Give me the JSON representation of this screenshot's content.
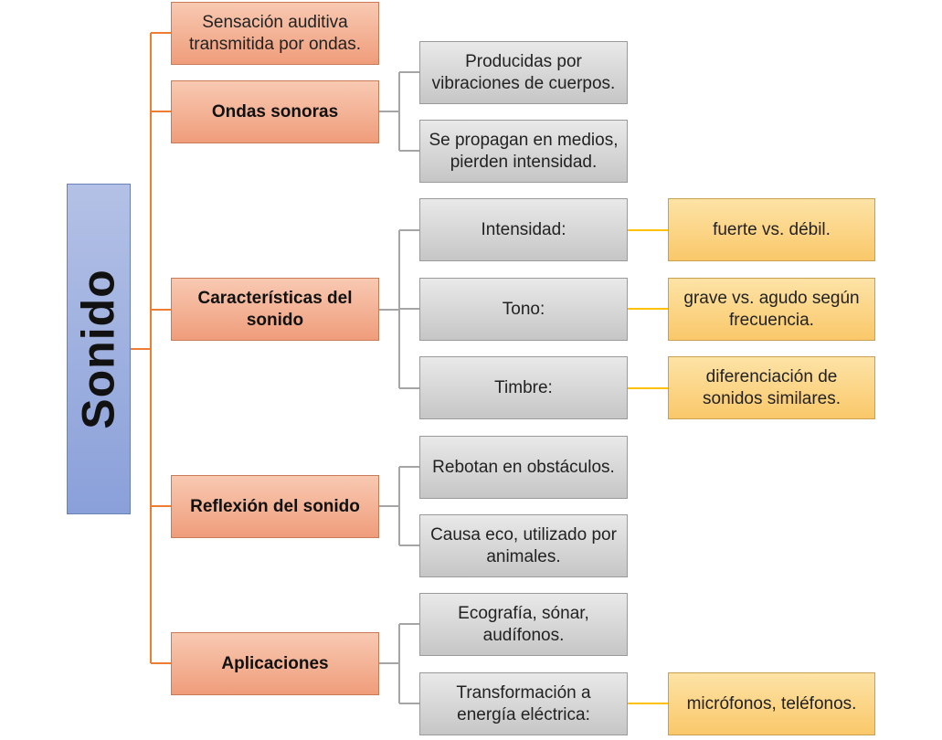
{
  "root": {
    "label": "Sonido"
  },
  "branches": [
    {
      "label": "Sensación auditiva transmitida por ondas.",
      "children": []
    },
    {
      "label": "Ondas sonoras",
      "children": [
        {
          "label": "Producidas por vibraciones de cuerpos."
        },
        {
          "label": "Se propagan en medios, pierden intensidad."
        }
      ]
    },
    {
      "label": "Características del sonido",
      "children": [
        {
          "label": "Intensidad:",
          "detail": "fuerte vs. débil."
        },
        {
          "label": "Tono:",
          "detail": "grave vs. agudo según frecuencia."
        },
        {
          "label": "Timbre:",
          "detail": "diferenciación de sonidos similares."
        }
      ]
    },
    {
      "label": "Reflexión del sonido",
      "children": [
        {
          "label": "Rebotan en obstáculos."
        },
        {
          "label": "Causa eco, utilizado por animales."
        }
      ]
    },
    {
      "label": "Aplicaciones",
      "children": [
        {
          "label": "Ecografía, sónar, audífonos."
        },
        {
          "label": "Transformación a energía eléctrica:",
          "detail": "micrófonos, teléfonos."
        }
      ]
    }
  ],
  "colors": {
    "root": "#8aa0d9",
    "level1": "#ef9d7b",
    "level2": "#c6c6c6",
    "level3": "#fac86a",
    "connector_orange": "#ed7d31",
    "connector_gray": "#a5a5a5",
    "connector_yellow": "#ffc000"
  }
}
